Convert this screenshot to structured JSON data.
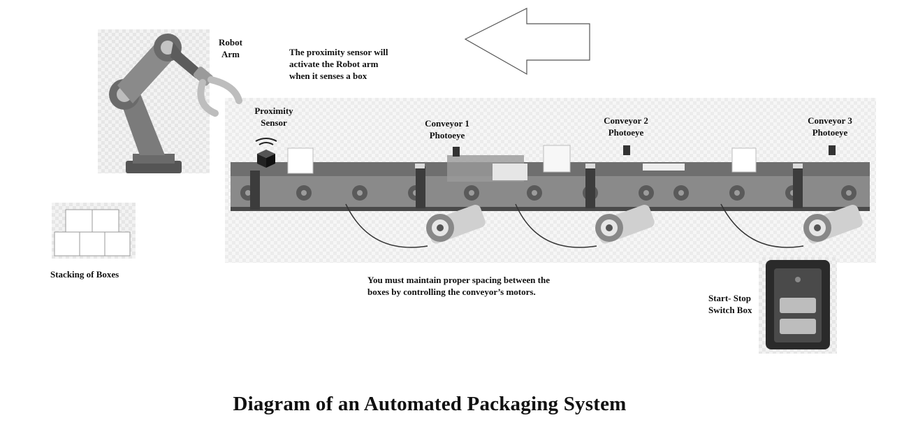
{
  "labels": {
    "robot_arm": [
      "Robot",
      "Arm"
    ],
    "proximity_note": [
      "The proximity sensor will",
      "activate the Robot arm",
      "when it senses a box"
    ],
    "proximity_sensor": [
      "Proximity",
      "Sensor"
    ],
    "conveyor1_photoeye": [
      "Conveyor 1",
      "Photoeye"
    ],
    "conveyor2_photoeye": [
      "Conveyor 2",
      "Photoeye"
    ],
    "conveyor3_photoeye": [
      "Conveyor 3",
      "Photoeye"
    ],
    "stacking": [
      "Stacking of Boxes"
    ],
    "spacing_note": [
      "You must maintain proper spacing between the",
      "boxes by controlling the conveyor’s motors."
    ],
    "switch_box": [
      "Start- Stop",
      "Switch Box"
    ]
  },
  "title": "Diagram of an Automated Packaging System",
  "colors": {
    "belt": "#6f6f6f",
    "belt_dark": "#4a4a4a",
    "frame": "#8a8a8a",
    "roller": "#5a5a5a",
    "post": "#3c3c3c",
    "motor": "#cfcfcf",
    "arm": "#7b7b7b",
    "arm_dark": "#5c5c5c"
  },
  "icons": [
    "direction-arrow-icon",
    "robot-arm-icon",
    "proximity-sensor-icon",
    "photoeye-icon",
    "motor-icon",
    "box-icon",
    "switch-box-icon"
  ]
}
